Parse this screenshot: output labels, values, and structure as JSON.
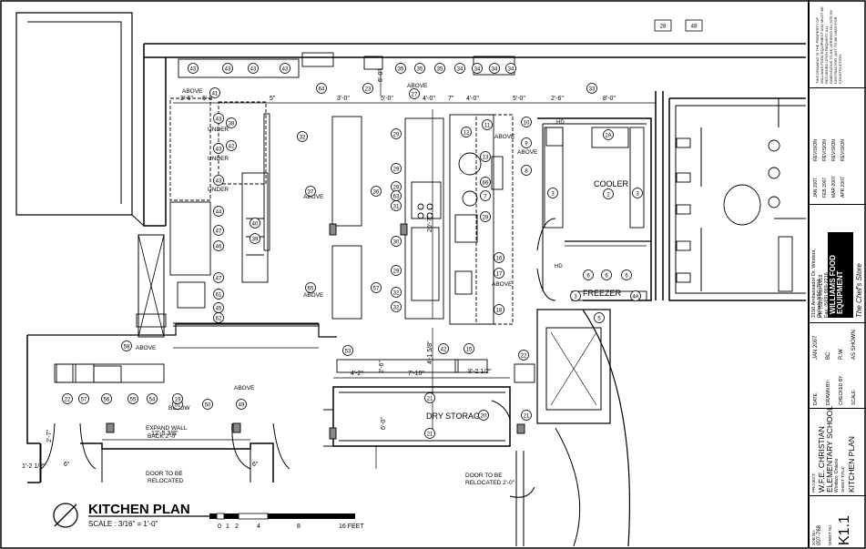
{
  "drawing": {
    "title": "KITCHEN PLAN",
    "scale": "SCALE : 3/16\" = 1'-0\"",
    "scale_bar_labels": [
      "0",
      "1",
      "2",
      "4",
      "8",
      "16 FEET"
    ]
  },
  "rooms": {
    "cooler": "COOLER",
    "freezer": "FREEZER",
    "dry_storage": "DRY STORAGE"
  },
  "notes": {
    "expand_wall_1": "EXPAND WALL",
    "expand_wall_2": "BACK 2'-0\"",
    "door_relocate_1a": "DOOR TO BE",
    "door_relocate_1b": "RELOCATED",
    "door_relocate_2a": "DOOR TO BE",
    "door_relocate_2b": "RELOCATED 2'-0\"",
    "above": "ABOVE",
    "under": "UNDER",
    "below": "BELOW"
  },
  "dimensions": {
    "d1": "3'-6\"",
    "d2": "6'-8\"",
    "d3": "5\"",
    "d4": "3'-0\"",
    "d5": "5'-0\"",
    "d6": "4'-0\"",
    "d7": "7\"",
    "d8": "4'-0\"",
    "d9": "5'-0\"",
    "d10": "2'-6\"",
    "d11": "8'-0\"",
    "d12": "6'-0\"",
    "d13": "20'-7\"",
    "d14": "4'-1 5/8\"",
    "d15": "4'-2\"",
    "d16": "7'-10\"",
    "d17": "8'-2 1/2\"",
    "d18": "2'-6\"",
    "d19": "6'-0\"",
    "d20": "12'-5 3/8\"",
    "d21": "6\"",
    "d22": "6\"",
    "d23": "1'-2 1/2\"",
    "d24": "2'-7\""
  },
  "tags": {
    "wall_row": [
      "43",
      "43",
      "43",
      "43",
      "35",
      "35",
      "35",
      "34",
      "34",
      "34",
      "34"
    ],
    "t64": "64",
    "t23": "23",
    "t33": "33",
    "t27": "27",
    "t41": "41",
    "col_left": [
      "43",
      "43",
      "43",
      "44",
      "47",
      "46",
      "47",
      "61",
      "45",
      "62"
    ],
    "t38": "38",
    "t42": "42",
    "t40": "40",
    "t39": "39",
    "t32": "32",
    "t37": "37",
    "t36": "36",
    "t65": "65",
    "t57": "57",
    "line_tags": [
      "29",
      "29",
      "28",
      "63",
      "31",
      "30",
      "29",
      "32",
      "32"
    ],
    "t12": "12",
    "t13": "13",
    "t66": "66",
    "t7": "7",
    "t28": "28",
    "t16": "16",
    "t17": "17",
    "t18": "18",
    "t11": "11",
    "t9": "9",
    "t10": "10",
    "t8": "8",
    "t2a": "2A",
    "t2": "2",
    "t3a": "3",
    "t3b": "3",
    "t6a": "6",
    "t6b": "6",
    "t6c": "6",
    "t4a": "4A",
    "t5": "5",
    "t3c": "3",
    "hd1": "HD",
    "hd2": "HD",
    "t58": "58",
    "t51": "51",
    "t50": "50",
    "t49": "49",
    "t53": "53",
    "t42b": "42",
    "t15": "15",
    "t22": "22",
    "bottom_row": [
      "22",
      "57",
      "56",
      "55",
      "54",
      "19"
    ],
    "t21a": "21",
    "t21b": "21",
    "t21c": "21",
    "t20": "20",
    "top_right_a": "28",
    "top_right_b": "48"
  },
  "title_block": {
    "notes": "THIS DRAWING IS THE PROPERTY OF WILLIAMS FOOD EQUIPMENT AND MUST BE RETURNED UPON REQUEST. ALL DIMENSIONS TO BE VERIFIED ON SITE BY CONTRACTOR. NOT TO BE USED FOR CONSTRUCTION.",
    "revisions": [
      "REVISION",
      "REVISION",
      "REVISION",
      "REVISION"
    ],
    "rev_dates": [
      "JAN 2007",
      "FEB 2007",
      "MAR 2007",
      "APR 2007"
    ],
    "company_logo": "WILLIAMS FOOD EQUIPMENT",
    "company_tag": "The Chef's Store",
    "address": "2150 Ambassador Dr. Windsor, Ontario N9C 3R4",
    "phone": "Ph: (519) 969-1919",
    "fax": "Fax: (519) 969-2216",
    "date_label": "DATE:",
    "date": "JAN 2007",
    "drawn_label": "DRAWN BY:",
    "drawn": "BC",
    "checked_label": "CHECKED BY:",
    "checked": "R.W.",
    "scale_label": "SCALE:",
    "scale": "AS SHOWN",
    "project_label": "PROJECT:",
    "project_1": "W.F.E. CHRISTIAN",
    "project_2": "ELEMENTARY SCHOOL",
    "project_3": "Windsor, Ontario",
    "sheet_title_label": "SHEET TITLE:",
    "sheet_title": "KITCHEN PLAN",
    "job_label": "JOB No:",
    "job": "007-768",
    "sheet_label": "SHEET No:",
    "sheet": "K1.1"
  }
}
